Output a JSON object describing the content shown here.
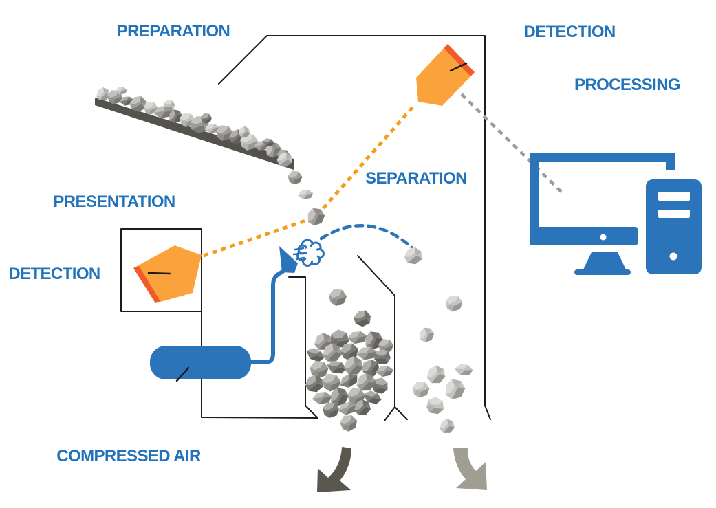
{
  "diagram": {
    "stages": {
      "preparation": "PREPARATION",
      "presentation": "PRESENTATION",
      "detection_left": "DETECTION",
      "detection_top": "DETECTION",
      "separation": "SEPARATION",
      "processing": "PROCESSING",
      "compressed_air": "COMPRESSED AIR"
    },
    "icons": {
      "scanner_top": "optical-scanner-icon",
      "scanner_left": "optical-scanner-icon",
      "computer": "desktop-computer-icon",
      "air_tank": "air-tank-icon",
      "air_nozzle": "air-jet-nozzle-icon",
      "air_puff": "air-puff-cloud-icon",
      "conveyor": "feed-conveyor",
      "accept_arrow": "down-left-stream-arrow-icon",
      "reject_arrow": "down-right-stream-arrow-icon"
    },
    "colors": {
      "label_blue": "#2273ba",
      "device_blue": "#2b74ba",
      "scanner_orange": "#faa33c",
      "scanner_stripe_orange": "#f15a29",
      "beam_orange": "#f89c1d",
      "data_link_gray": "#9d9b9b",
      "trajectory_blue": "#2e75b6",
      "outline_dark": "#1c1c1c",
      "belt_gray": "#53524d",
      "arrow_dark_gray": "#59574e",
      "arrow_light_gray": "#a09d93",
      "rock_light": "#c4c3bf",
      "rock_mid": "#9d9c97",
      "rock_dark": "#7d7c77"
    }
  }
}
